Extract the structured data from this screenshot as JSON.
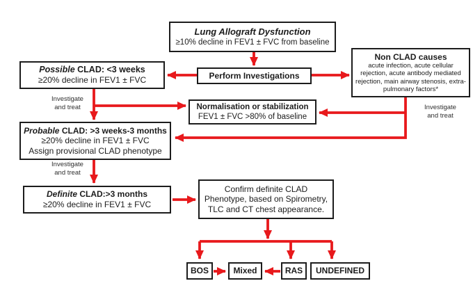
{
  "colors": {
    "arrow": "#e8191c",
    "border": "#1c1c1c",
    "background": "#ffffff"
  },
  "boxes": {
    "lung": {
      "title": "Lung Allograft Dysfunction",
      "subtitle": "≥10% decline in FEV1 ± FVC from baseline"
    },
    "perform": {
      "label": "Perform Investigations"
    },
    "nonclad": {
      "title": "Non CLAD causes",
      "body": "acute infection, acute cellular rejection, acute antibody mediated rejection, main airway stenosis, extra-pulmonary factors*"
    },
    "possible": {
      "em": "Possible",
      "rest": " CLAD: <3 weeks",
      "line2": "≥20% decline in FEV1 ± FVC"
    },
    "normalisation": {
      "title": "Normalisation or stabilization",
      "subtitle": "FEV1 ± FVC >80% of baseline"
    },
    "probable": {
      "em": "Probable",
      "rest": " CLAD: >3 weeks-3 months",
      "line2": "≥20% decline in FEV1 ± FVC",
      "line3": "Assign provisional CLAD phenotype"
    },
    "definite": {
      "em": "Definite",
      "rest": " CLAD:>3 months",
      "line2": "≥20% decline in FEV1 ± FVC"
    },
    "confirm": {
      "text": "Confirm definite CLAD Phenotype, based on Spirometry, TLC and CT chest appearance."
    },
    "bos": {
      "label": "BOS"
    },
    "mixed": {
      "label": "Mixed"
    },
    "ras": {
      "label": "RAS"
    },
    "undefined": {
      "label": "UNDEFINED"
    }
  },
  "labels": {
    "investigate": {
      "line1": "Investigate",
      "line2": "and treat"
    }
  }
}
